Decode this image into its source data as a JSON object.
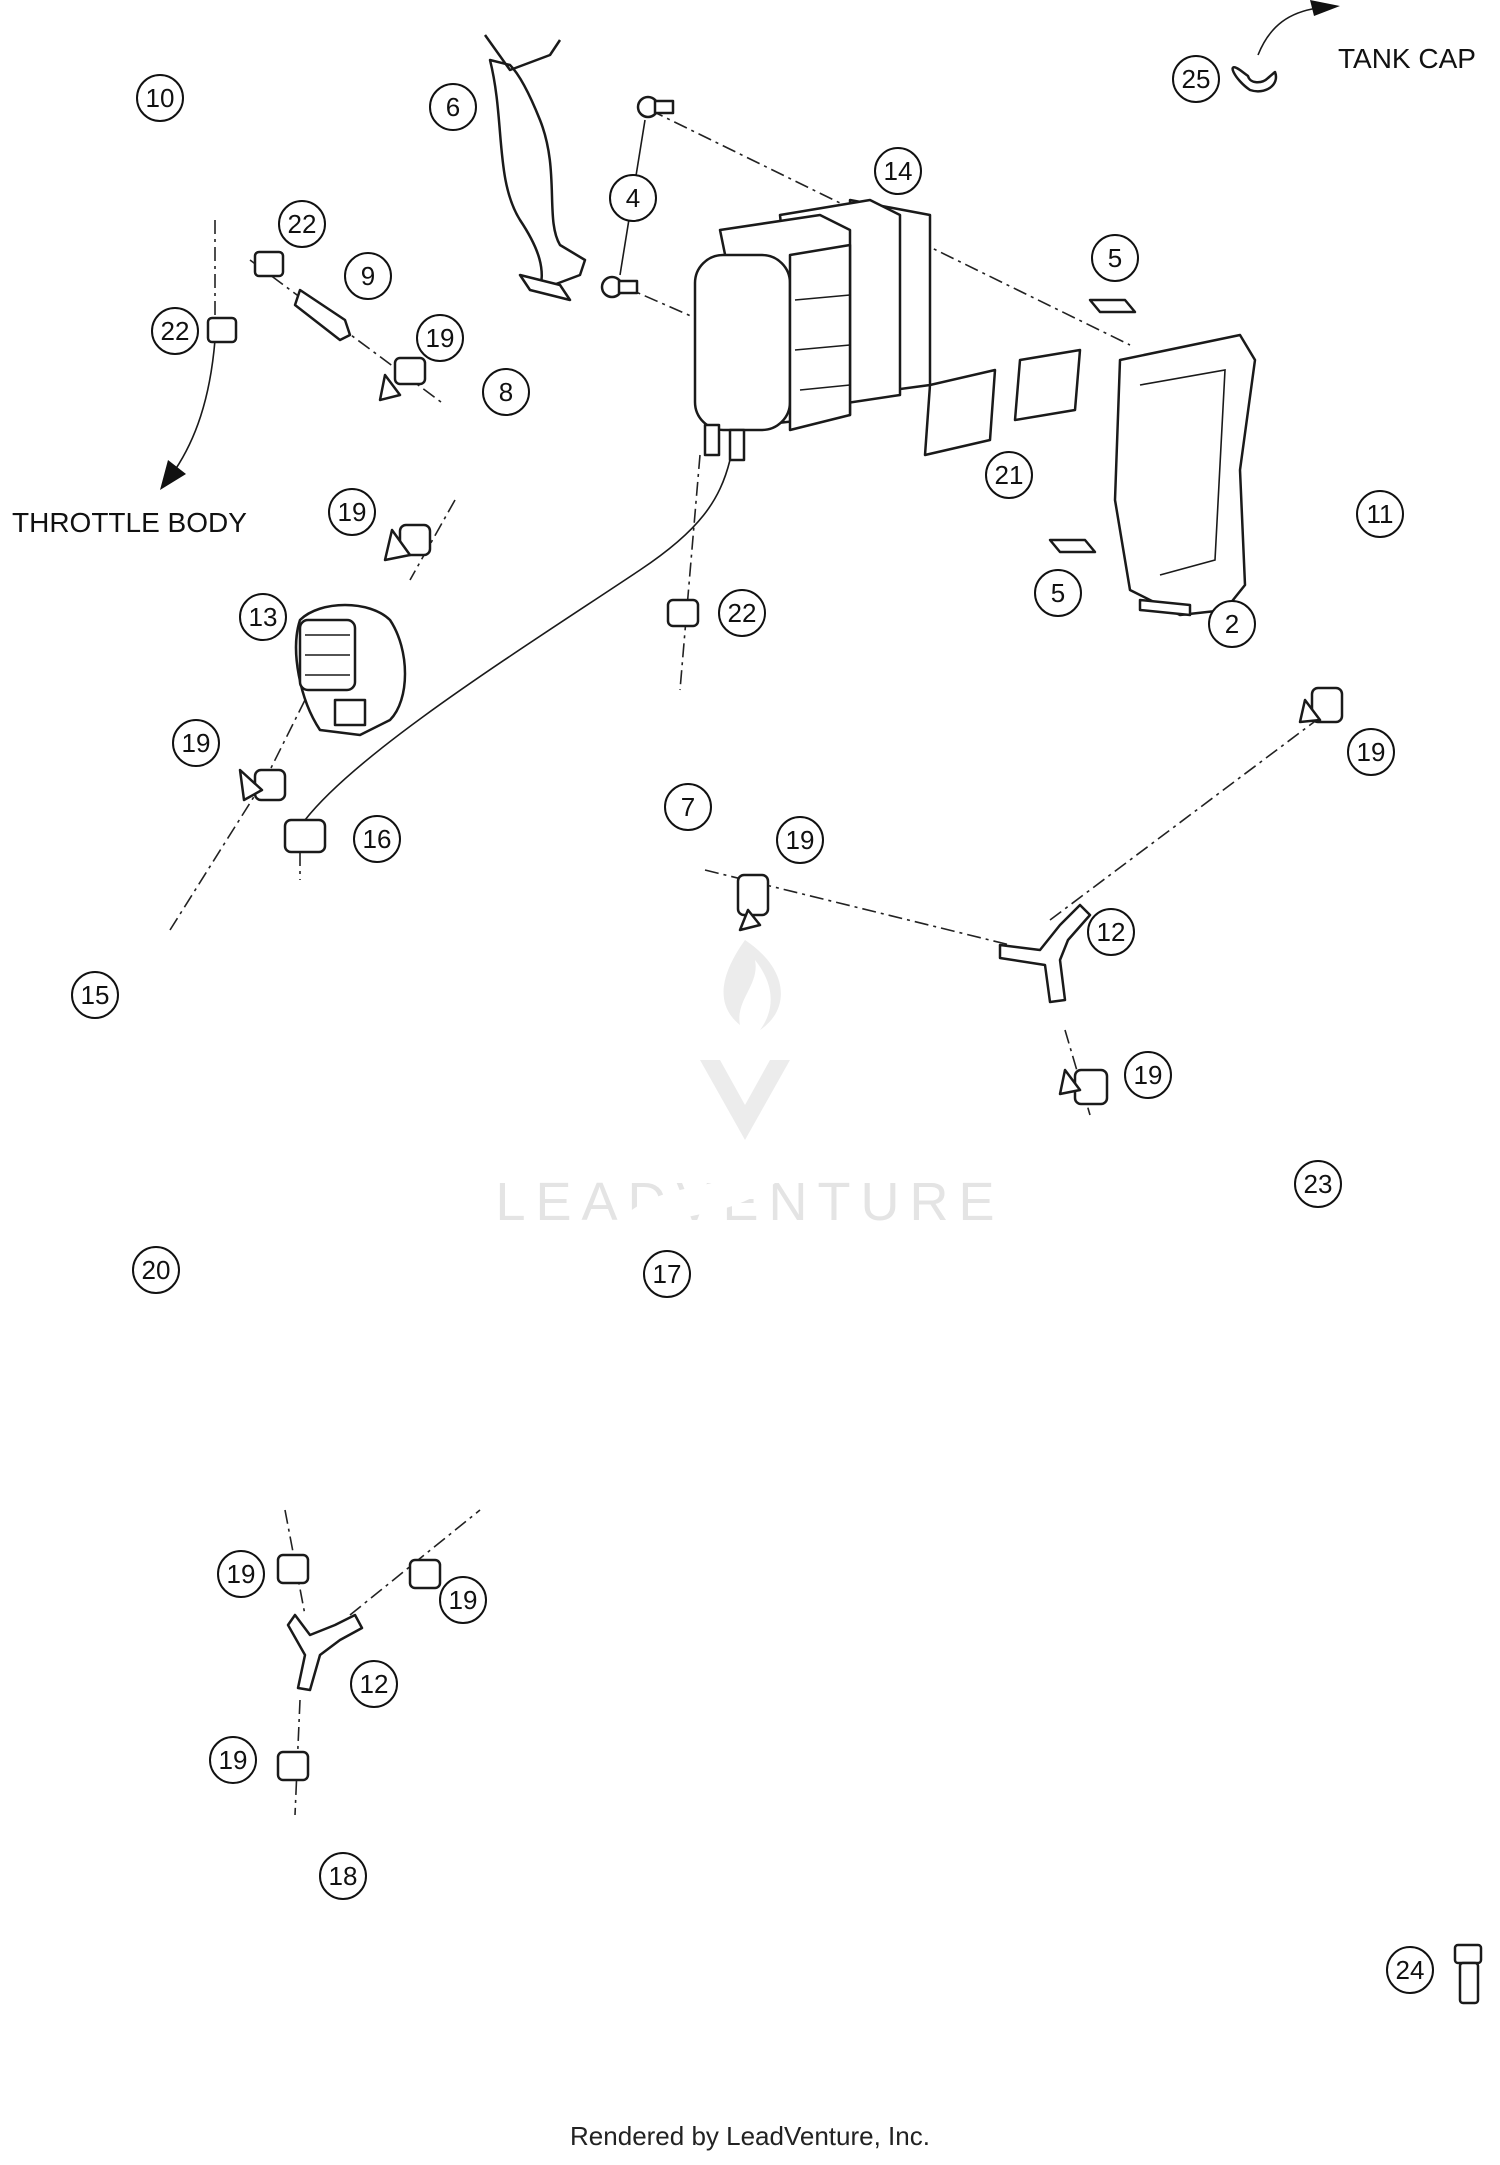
{
  "labels": {
    "throttle_body": "THROTTLE BODY",
    "tank_cap": "TANK CAP"
  },
  "callouts": {
    "c10": "10",
    "c6": "6",
    "c25": "25",
    "c4": "4",
    "c14": "14",
    "c22a": "22",
    "c9": "9",
    "c22b": "22",
    "c19a": "19",
    "c8": "8",
    "c5a": "5",
    "c19b": "19",
    "c21": "21",
    "c11": "11",
    "c13": "13",
    "c22c": "22",
    "c5b": "5",
    "c2": "2",
    "c19c": "19",
    "c19d": "19",
    "c7": "7",
    "c16": "16",
    "c19e": "19",
    "c12a": "12",
    "c15": "15",
    "c19f": "19",
    "c23": "23",
    "c20": "20",
    "c17": "17",
    "c19g": "19",
    "c19h": "19",
    "c12b": "12",
    "c19i": "19",
    "c18": "18",
    "c24": "24"
  },
  "watermark": "LEADVENTURE",
  "footer": "Rendered by LeadVenture, Inc."
}
